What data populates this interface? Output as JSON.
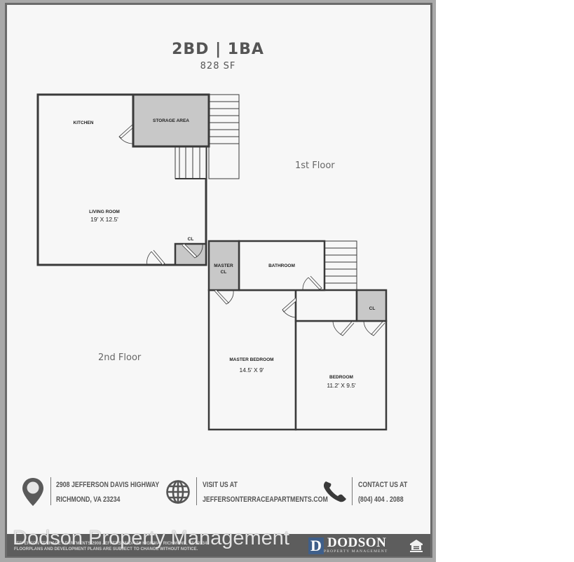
{
  "header": {
    "title": "2BD  |  1BA",
    "square_feet": "828 SF"
  },
  "floors": {
    "first": "1st Floor",
    "second": "2nd Floor"
  },
  "rooms": {
    "kitchen": "KITCHEN",
    "storage": "STORAGE AREA",
    "living_room": "LIVING ROOM",
    "living_room_dim": "19' X 12.5'",
    "closet_1": "CL",
    "master_cl_line1": "MASTER",
    "master_cl_line2": "CL",
    "bathroom": "BATHROOM",
    "closet_2": "CL",
    "master_bedroom": "MASTER BEDROOM",
    "master_bedroom_dim": "14.5' X 9'",
    "bedroom": "BEDROOM",
    "bedroom_dim": "11.2' X 9.5'"
  },
  "contact": {
    "address_line1": "2908 JEFFERSON DAVIS HIGHWAY",
    "address_line2": "RICHMOND, VA 23234",
    "visit_line1": "VISIT US AT",
    "visit_line2": "JEFFERSONTERRACEAPARTMENTS.COM",
    "phone_line1": "CONTACT US AT",
    "phone_line2": "(804) 404 . 2088",
    "icons": [
      "map-pin-icon",
      "globe-icon",
      "phone-icon"
    ]
  },
  "footer": {
    "line1": "JEFFERSON TERRACE APARTMENTS     2908 JEFFERSON DAVIS HIGHWAY     RICHMOND, VA 23234",
    "line2": "FLOORPLANS AND DEVELOPMENT PLANS ARE SUBJECT TO CHANGE WITHOUT NOTICE.",
    "watermark": "Dodson Property Management",
    "logo_letter": "D",
    "logo_name": "DODSON",
    "logo_sub": "PROPERTY MANAGEMENT"
  },
  "colors": {
    "page_bg": "#f7f7f7",
    "frame": "#6b6b6b",
    "wall": "#3a3a3a",
    "closet_fill": "#c8c8c8",
    "text": "#555555",
    "logo_blue": "#3f5f8a"
  }
}
